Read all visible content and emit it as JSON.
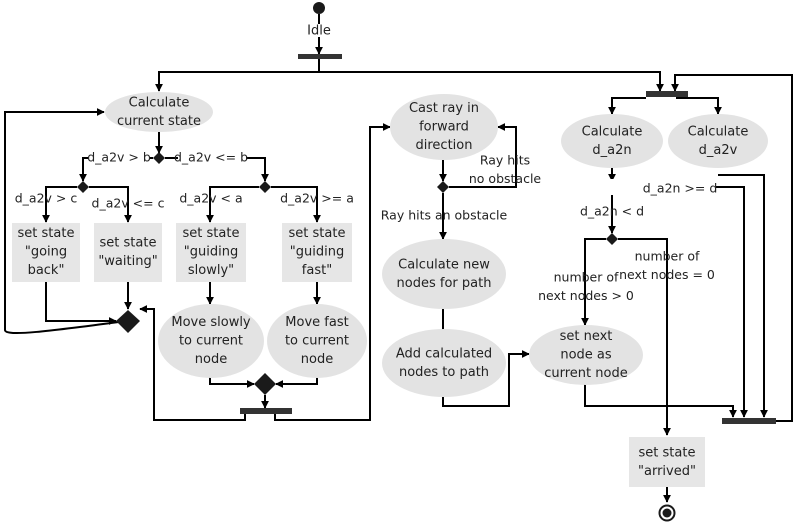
{
  "nodes": {
    "idle": "Idle",
    "calc_state": [
      "Calculate",
      "current state"
    ],
    "set_going_back": [
      "set state",
      "\"going",
      "back\""
    ],
    "set_waiting": [
      "set state",
      "\"waiting\""
    ],
    "set_guiding_slowly": [
      "set state",
      "\"guiding",
      "slowly\""
    ],
    "set_guiding_fast": [
      "set state",
      "\"guiding",
      "fast\""
    ],
    "move_slowly": [
      "Move slowly",
      "to current",
      "node"
    ],
    "move_fast": [
      "Move fast",
      "to current",
      "node"
    ],
    "cast_ray": [
      "Cast ray in",
      "forward",
      "direction"
    ],
    "calc_new_nodes": [
      "Calculate new",
      "nodes for path"
    ],
    "add_nodes": [
      "Add calculated",
      "nodes to path"
    ],
    "calc_d_a2n": [
      "Calculate",
      "d_a2n"
    ],
    "calc_d_a2v": [
      "Calculate",
      "d_a2v"
    ],
    "set_next_node": [
      "set next",
      "node as",
      "current node"
    ],
    "set_arrived": [
      "set state",
      "\"arrived\""
    ]
  },
  "edge_labels": {
    "d_a2v_gt_b": "d_a2v > b",
    "d_a2v_le_b": "d_a2v <= b",
    "d_a2v_gt_c": "d_a2v > c",
    "d_a2v_le_c": "d_a2v <= c",
    "d_a2v_lt_a": "d_a2v < a",
    "d_a2v_ge_a": "d_a2v >= a",
    "ray_no_obstacle": [
      "Ray hits",
      "no obstacle"
    ],
    "ray_obstacle": "Ray hits an obstacle",
    "d_a2n_ge_d": "d_a2n >= d",
    "d_a2n_lt_d": "d_a2n < d",
    "next_nodes_gt_0": [
      "number of",
      "next nodes > 0"
    ],
    "next_nodes_eq_0": [
      "number of",
      "next nodes = 0"
    ]
  }
}
